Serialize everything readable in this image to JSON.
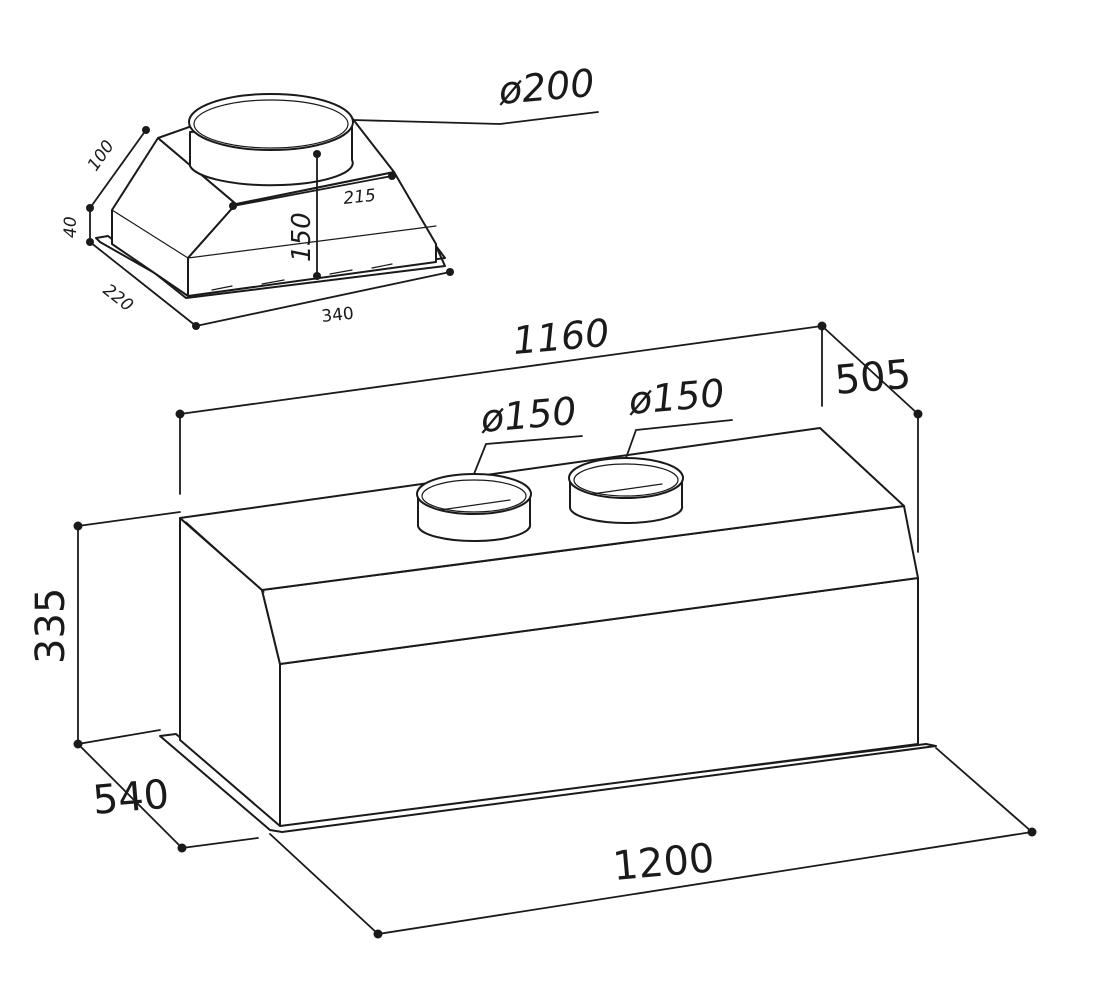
{
  "plenum": {
    "diameter": "ø200",
    "depth_top": "100",
    "height_collar": "40",
    "width_inner": "215",
    "height": "150",
    "depth": "220",
    "width": "340"
  },
  "hood": {
    "width_top": "1160",
    "depth_top": "505",
    "outlet_left": "ø150",
    "outlet_right": "ø150",
    "height": "335",
    "depth": "540",
    "width": "1200"
  }
}
